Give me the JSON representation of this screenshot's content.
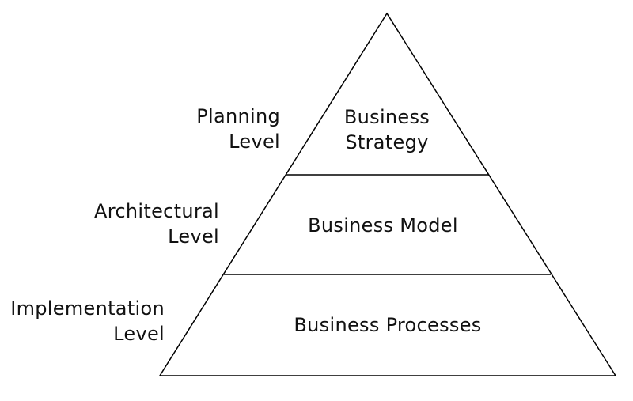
{
  "pyramid": {
    "tiers": [
      {
        "name": "top",
        "lines": [
          "Business",
          "Strategy"
        ]
      },
      {
        "name": "middle",
        "lines": [
          "Business Model"
        ]
      },
      {
        "name": "bottom",
        "lines": [
          "Business Processes"
        ]
      }
    ]
  },
  "levels": [
    {
      "lines": [
        "Planning",
        "Level"
      ]
    },
    {
      "lines": [
        "Architectural",
        "Level"
      ]
    },
    {
      "lines": [
        "Implementation",
        "Level"
      ]
    }
  ],
  "colors": {
    "stroke": "#000000",
    "text": "#111111",
    "background": "#ffffff"
  }
}
